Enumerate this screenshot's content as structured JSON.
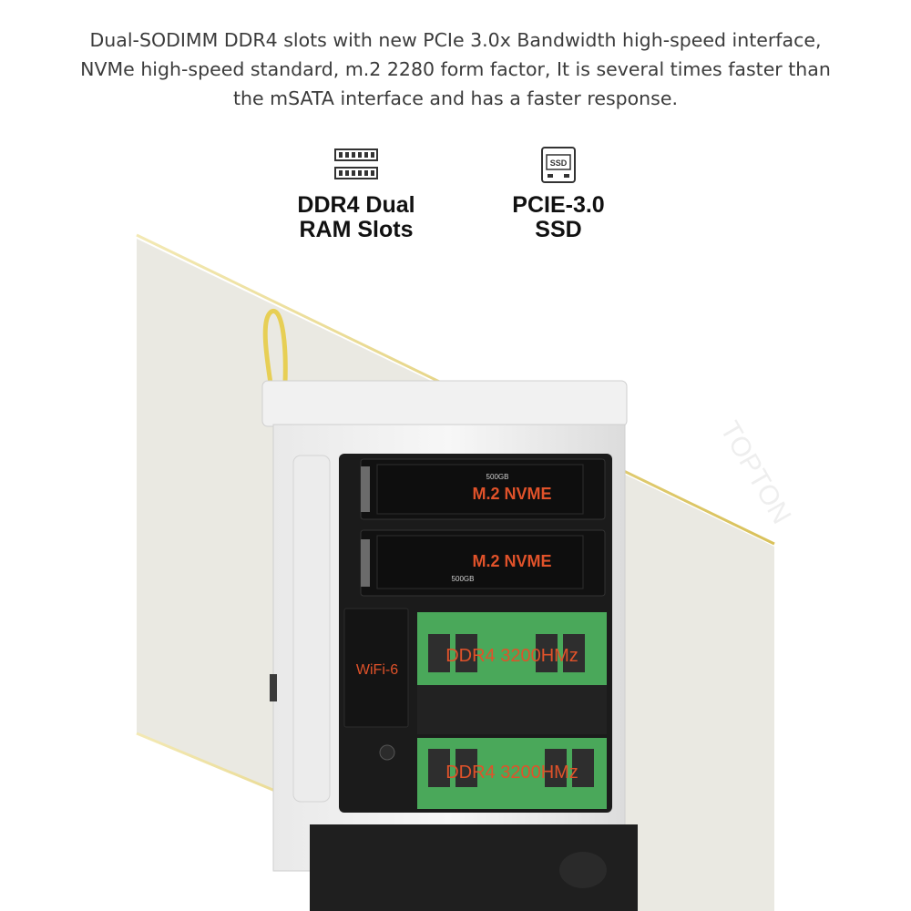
{
  "description": {
    "lines": [
      "Dual-SODIMM DDR4 slots with new PCIe 3.0x Bandwidth high-speed interface,",
      "NVMe high-speed standard, m.2 2280 form factor, It is several times faster than",
      "the mSATA interface and has a faster response."
    ]
  },
  "features": [
    {
      "icon": "ram-icon",
      "line1": "DDR4 Dual",
      "line2": "RAM Slots"
    },
    {
      "icon": "ssd-icon",
      "line1": "PCIE-3.0",
      "line2": "SSD",
      "icon_text": "SSD"
    }
  ],
  "components": {
    "ssd_top": {
      "label": "M.2 NVME",
      "capacity": "500GB"
    },
    "ssd_bottom": {
      "label": "M.2 NVME",
      "capacity": "500GB"
    },
    "wifi": {
      "label": "WiFi-6"
    },
    "ram_top": {
      "label": "DDR4 3200HMz"
    },
    "ram_bottom": {
      "label": "DDR4 3200HMz"
    }
  },
  "watermark": "TOPTON",
  "colors": {
    "label": "#e0522a",
    "pcb": "#4aa85a",
    "accent_gold": "#e9d77a"
  }
}
